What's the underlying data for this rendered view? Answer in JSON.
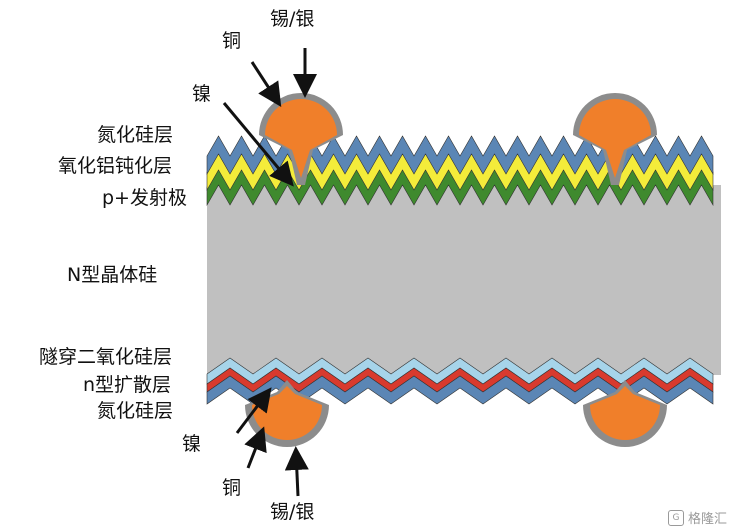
{
  "labels": {
    "top_copper": "铜",
    "top_tin_silver": "锡/银",
    "top_nickel": "镍",
    "top_silicon_nitride": "氮化硅层",
    "aluminum_oxide": "氧化铝钝化层",
    "p_emitter": "p+发射极",
    "n_silicon": "N型晶体硅",
    "tunnel_oxide": "隧穿二氧化硅层",
    "n_diffusion": "n型扩散层",
    "bottom_silicon_nitride": "氮化硅层",
    "bottom_nickel": "镍",
    "bottom_copper": "铜",
    "bottom_tin_silver": "锡/银"
  },
  "watermark": {
    "text": "格隆汇",
    "icon": "G"
  },
  "colors": {
    "silicon": "#c0c0c0",
    "nitride": "#5b86b5",
    "aluminum_oxide": "#f4ec3a",
    "emitter": "#3f8a2e",
    "tunnel_oxide": "#a6d4ea",
    "diffusion": "#d83a2e",
    "copper": "#f07f2a",
    "nickel": "#8c8c8c"
  }
}
